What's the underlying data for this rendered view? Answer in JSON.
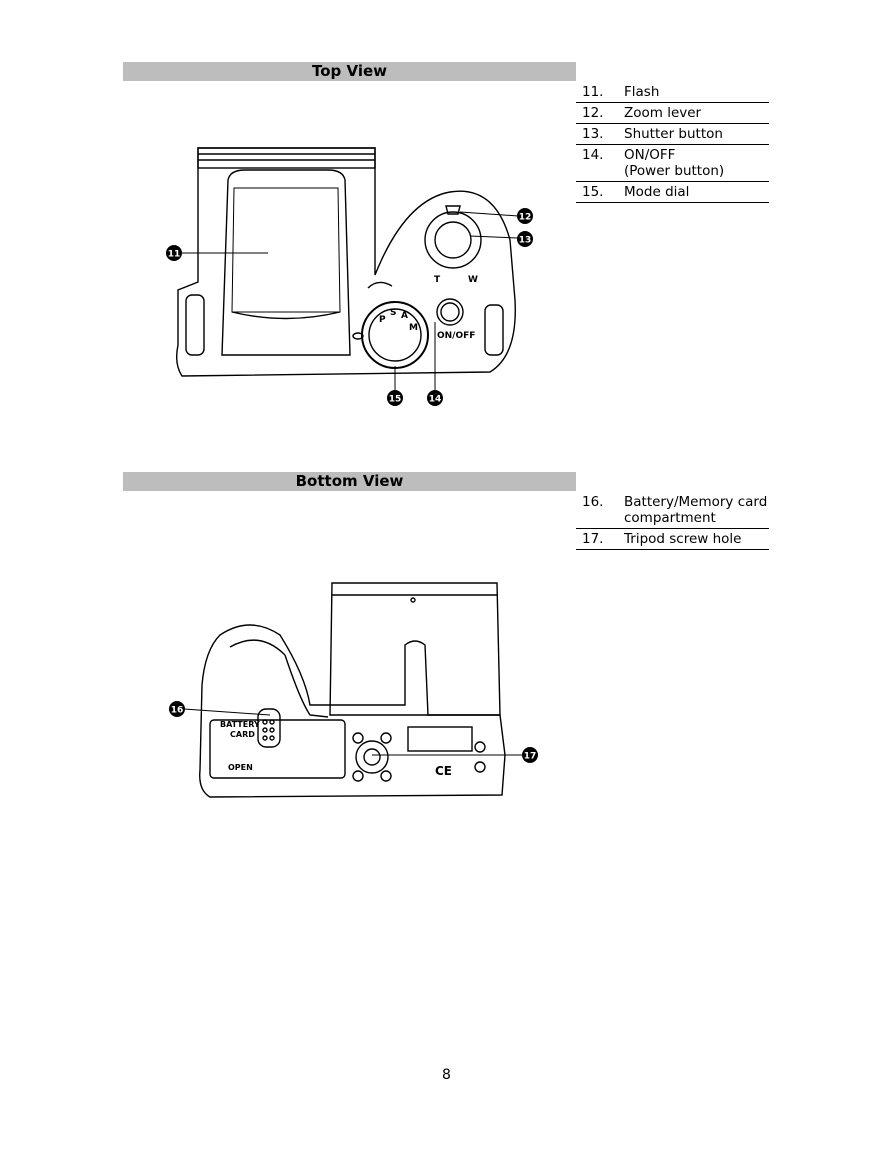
{
  "top_view": {
    "title": "Top View",
    "items": [
      {
        "num": "11.",
        "label": "Flash"
      },
      {
        "num": "12.",
        "label": "Zoom lever"
      },
      {
        "num": "13.",
        "label": "Shutter button"
      },
      {
        "num": "14.",
        "label": "ON/OFF",
        "label2": "(Power button)"
      },
      {
        "num": "15.",
        "label": "Mode dial"
      }
    ],
    "callouts": [
      "11",
      "12",
      "13",
      "14",
      "15"
    ],
    "markings": {
      "onoff": "ON/OFF",
      "zoom_t": "T",
      "zoom_w": "W",
      "dial_m": "M",
      "dial_a": "A",
      "dial_s": "S",
      "dial_p": "P"
    }
  },
  "bottom_view": {
    "title": "Bottom View",
    "items": [
      {
        "num": "16.",
        "label": "Battery/Memory card",
        "label2": "compartment"
      },
      {
        "num": "17.",
        "label": "Tripod screw hole"
      }
    ],
    "callouts": [
      "16",
      "17"
    ],
    "markings": {
      "battery": "BATTERY",
      "card": "CARD",
      "open": "OPEN",
      "ce": "CE"
    }
  },
  "page_number": "8"
}
